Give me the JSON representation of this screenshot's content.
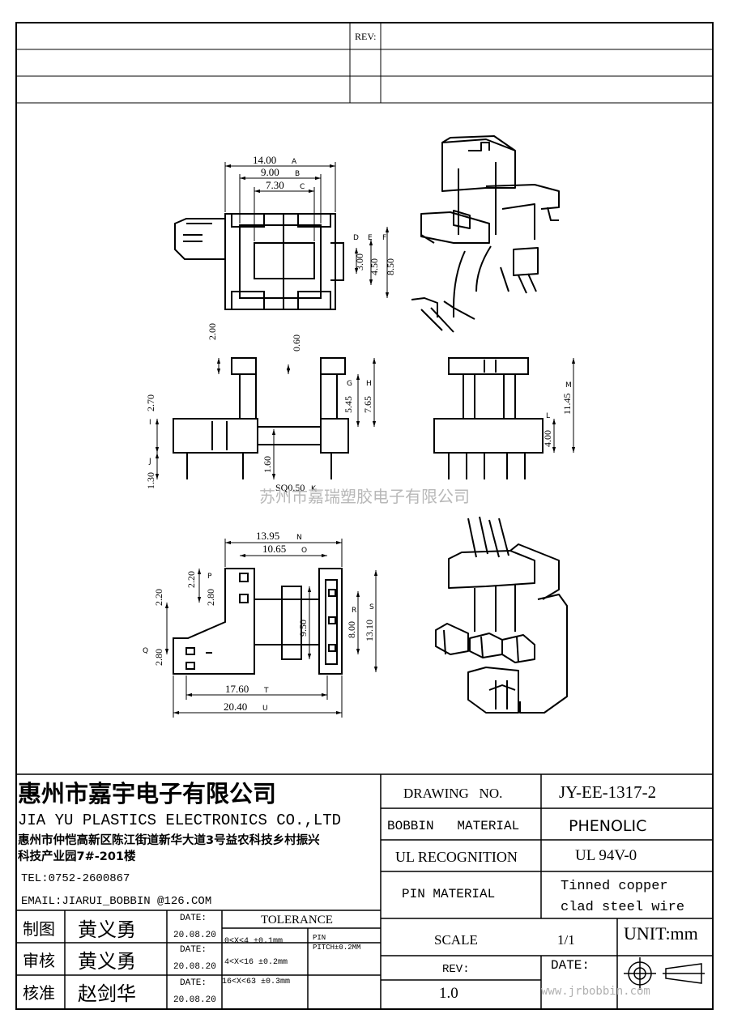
{
  "header": {
    "rev_label": "REV:"
  },
  "drawing": {
    "dims_top": {
      "a": "14.00",
      "a_ref": "A",
      "b": "9.00",
      "b_ref": "B",
      "c": "7.30",
      "c_ref": "C",
      "d_ref": "D",
      "e_ref": "E",
      "f_ref": "F",
      "v300": "3.00",
      "v450": "4.50",
      "v850": "8.50"
    },
    "dims_mid": {
      "v200": "2.00",
      "v060": "0.60",
      "v545": "5.45",
      "g_ref": "G",
      "v765": "7.65",
      "h_ref": "H",
      "v270": "2.70",
      "i_ref": "I",
      "v130": "1.30",
      "j_ref": "J",
      "v160": "1.60",
      "sq": "SQ0.50",
      "k_ref": "K",
      "v400": "4.00",
      "l_ref": "L",
      "v1145": "11.45",
      "m_ref": "M"
    },
    "dims_bot": {
      "v1395": "13.95",
      "n_ref": "N",
      "v1065": "10.65",
      "o_ref": "O",
      "v220a": "2.20",
      "p_ref": "P",
      "v280a": "2.80",
      "v220b": "2.20",
      "v280b": "2.80",
      "q_ref": "Q",
      "v950": "9.50",
      "v800": "8.00",
      "r_ref": "R",
      "v1310": "13.10",
      "s_ref": "S",
      "v1760": "17.60",
      "t_ref": "T",
      "v2040": "20.40",
      "u_ref": "U"
    },
    "watermark_company": "苏州市嘉瑞塑胶电子有限公司"
  },
  "title_block": {
    "company_cn": "惠州市嘉宇电子有限公司",
    "company_en": "JIA YU PLASTICS ELECTRONICS CO.,LTD",
    "address_1": "惠州市仲恺高新区陈江街道新华大道3号益农科技乡村振兴",
    "address_2": "科技产业园7#-201楼",
    "tel": "TEL:0752-2600867",
    "email": "EMAIL:JIARUI_BOBBIN @126.COM",
    "sign_rows": [
      {
        "role": "制图",
        "name": "黄义勇",
        "date_label": "DATE:",
        "date": "20.08.20"
      },
      {
        "role": "审核",
        "name": "黄义勇",
        "date_label": "DATE:",
        "date": "20.08.20"
      },
      {
        "role": "核准",
        "name": "赵剑华",
        "date_label": "DATE:",
        "date": "20.08.20"
      }
    ],
    "tolerance": {
      "title": "TOLERANCE",
      "rows": [
        "0<X<4 ±0.1mm",
        "4<X<16 ±0.2mm",
        "16<X<63 ±0.3mm"
      ],
      "pin_label": "PIN",
      "pin_pitch": "PITCH±0.2MM"
    },
    "drawing_no_label": "DRAWING   NO.",
    "drawing_no": "JY-EE-1317-2",
    "bobbin_label": "BOBBIN   MATERIAL",
    "bobbin_value": "PHENOLIC",
    "ul_label": "UL RECOGNITION",
    "ul_value": "UL 94V-0",
    "pin_label": "PIN MATERIAL",
    "pin_value_1": "Tinned copper",
    "pin_value_2": "clad steel wire",
    "scale_label": "SCALE",
    "scale_value": "1/1",
    "unit": "UNIT:mm",
    "rev_label": "REV:",
    "rev_value": "1.0",
    "date_label": "DATE:",
    "website": "www.jrbobbin.com"
  }
}
